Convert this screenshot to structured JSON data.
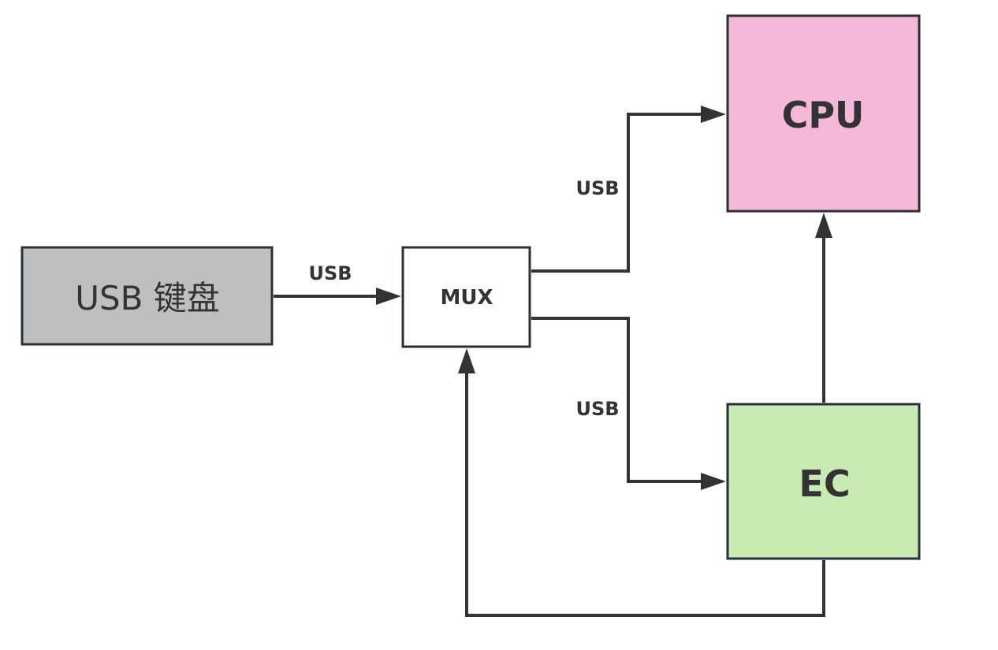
{
  "diagram": {
    "nodes": {
      "keyboard": {
        "label": "USB 键盘",
        "fill": "#bfbfbf"
      },
      "mux": {
        "label": "MUX",
        "fill": "#ffffff"
      },
      "cpu": {
        "label": "CPU",
        "fill": "#f5b8d9"
      },
      "ec": {
        "label": "EC",
        "fill": "#c8ebb3"
      }
    },
    "edges": [
      {
        "from": "keyboard",
        "to": "mux",
        "label": "USB"
      },
      {
        "from": "mux",
        "to": "cpu",
        "label": "USB"
      },
      {
        "from": "mux",
        "to": "ec",
        "label": "USB"
      },
      {
        "from": "ec",
        "to": "cpu",
        "label": ""
      },
      {
        "from": "ec",
        "to": "mux",
        "label": ""
      }
    ],
    "colors": {
      "stroke": "#333333",
      "border": "#283038"
    }
  }
}
